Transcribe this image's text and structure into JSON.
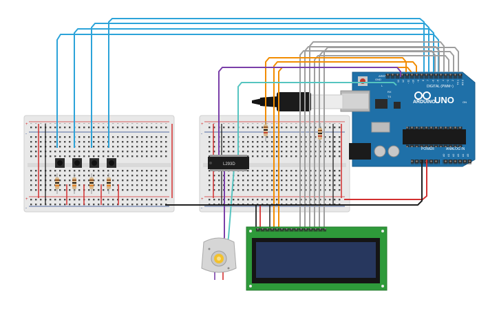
{
  "arduino": {
    "brand": "ARDUINO",
    "model": "UNO",
    "digital_label": "DIGITAL (PWM~)",
    "power_label": "POWER",
    "analog_label": "ANALOG IN",
    "aref_label": "AREF",
    "gnd_label": "GND",
    "rx_label": "RX",
    "tx_label": "TX",
    "l_label": "L",
    "on_label": "ON",
    "pin_labels": [
      "13",
      "12",
      "~11",
      "~10",
      "~9",
      "8",
      "7",
      "~6",
      "~5",
      "4",
      "~3",
      "2",
      "TX 1",
      "RX 0"
    ],
    "analog_pins": [
      "A0",
      "A1",
      "A2",
      "A3",
      "A4",
      "A5"
    ]
  },
  "driver_chip": {
    "label": "L293D"
  },
  "colors": {
    "cyan_wire": "#2ba3d9",
    "gray_wire": "#9e9e9e",
    "orange_wire": "#f28c00",
    "purple_wire": "#7a3ea8",
    "teal_wire": "#55c4c0",
    "red_wire": "#d32f2f",
    "black_wire": "#1e1e1e",
    "board_blue": "#1e6fa6",
    "pcb_green": "#2e9a3a",
    "lcd_screen": "#27375e"
  }
}
